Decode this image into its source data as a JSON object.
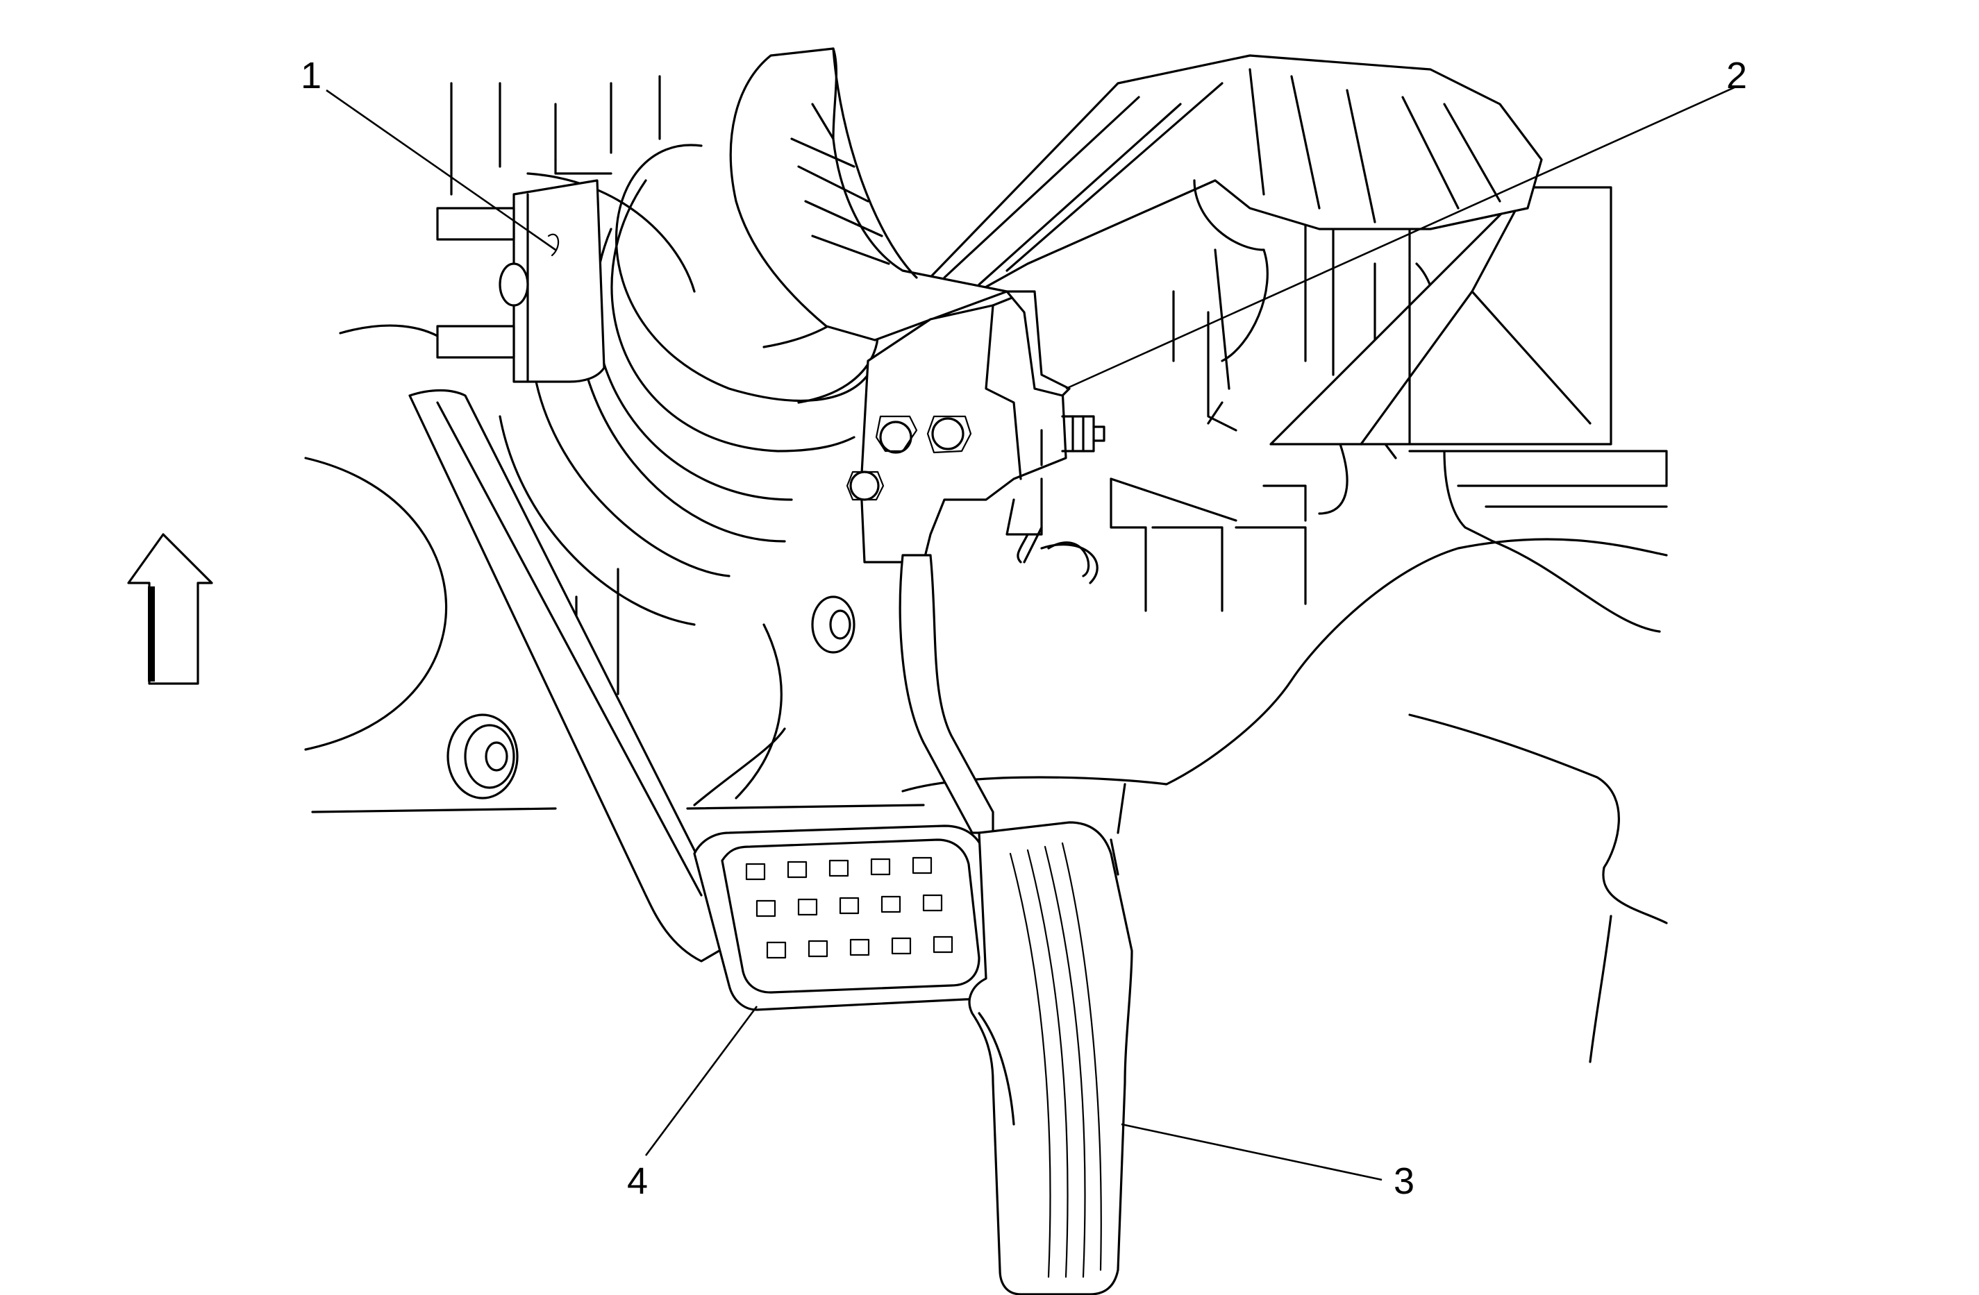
{
  "callouts": [
    {
      "id": "1",
      "label": "1"
    },
    {
      "id": "2",
      "label": "2"
    },
    {
      "id": "3",
      "label": "3"
    },
    {
      "id": "4",
      "label": "4"
    }
  ],
  "icons": {
    "direction": "forward-arrow-icon"
  },
  "colors": {
    "line": "#000000",
    "background": "#ffffff"
  }
}
